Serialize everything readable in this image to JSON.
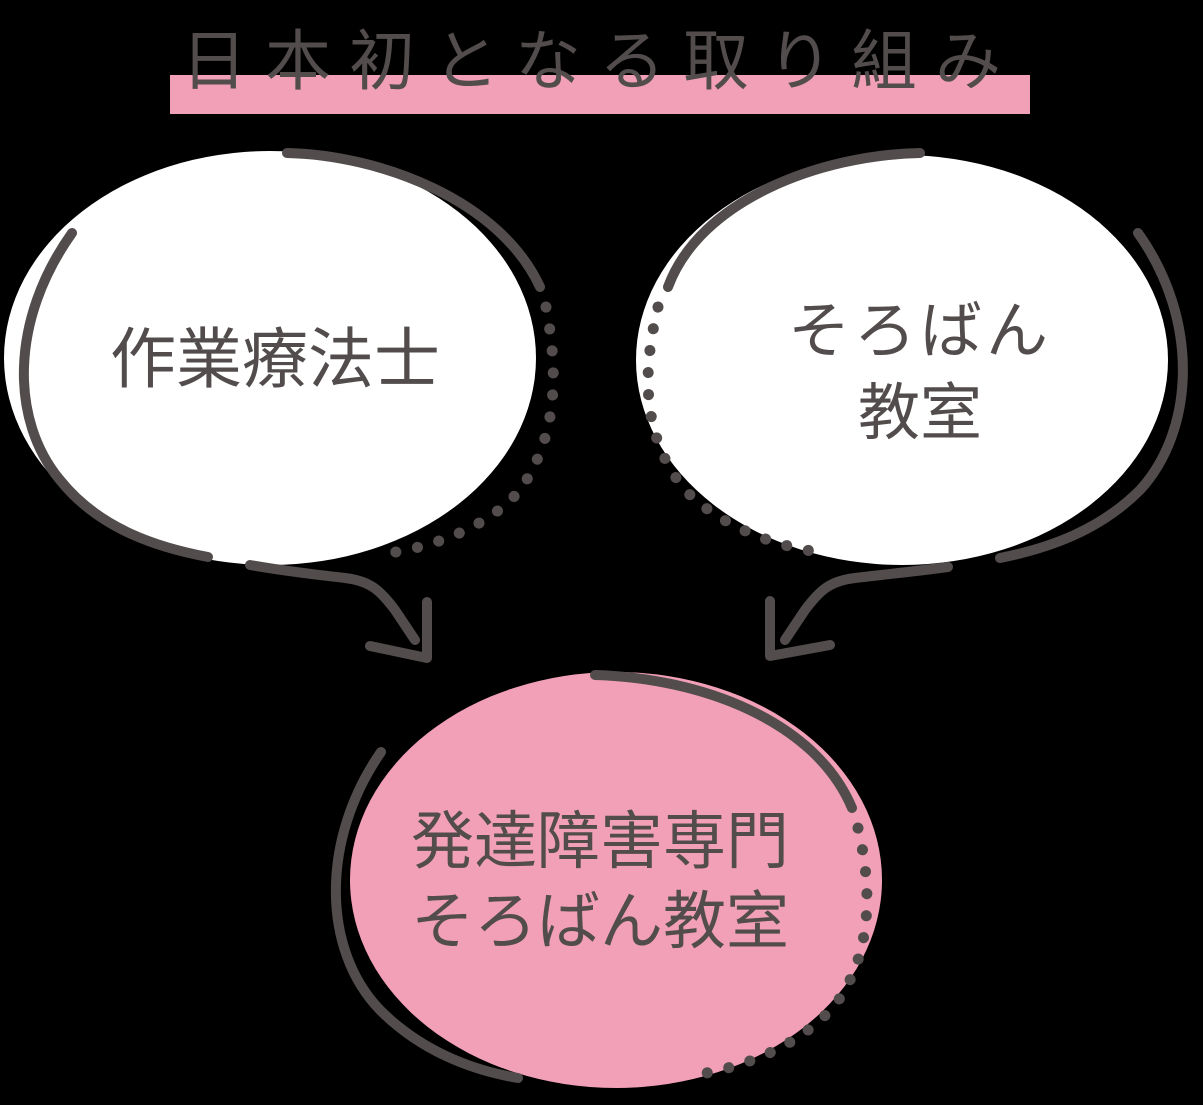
{
  "title": {
    "text": "日本初となる取り組み"
  },
  "bubbles": {
    "left": {
      "lines": [
        "作業療法士"
      ]
    },
    "right": {
      "lines": [
        "そろばん",
        "教室"
      ]
    },
    "bottom": {
      "lines": [
        "発達障害専門",
        "そろばん教室"
      ]
    }
  },
  "colors": {
    "background": "#000000",
    "accent_pink": "#F2A0B8",
    "bubble_white": "#FFFFFF",
    "stroke_gray": "#524D4C",
    "text_gray": "#524D4C"
  },
  "arrows": [
    {
      "from": "left",
      "to": "bottom",
      "direction": "down-right"
    },
    {
      "from": "right",
      "to": "bottom",
      "direction": "down-left"
    }
  ]
}
